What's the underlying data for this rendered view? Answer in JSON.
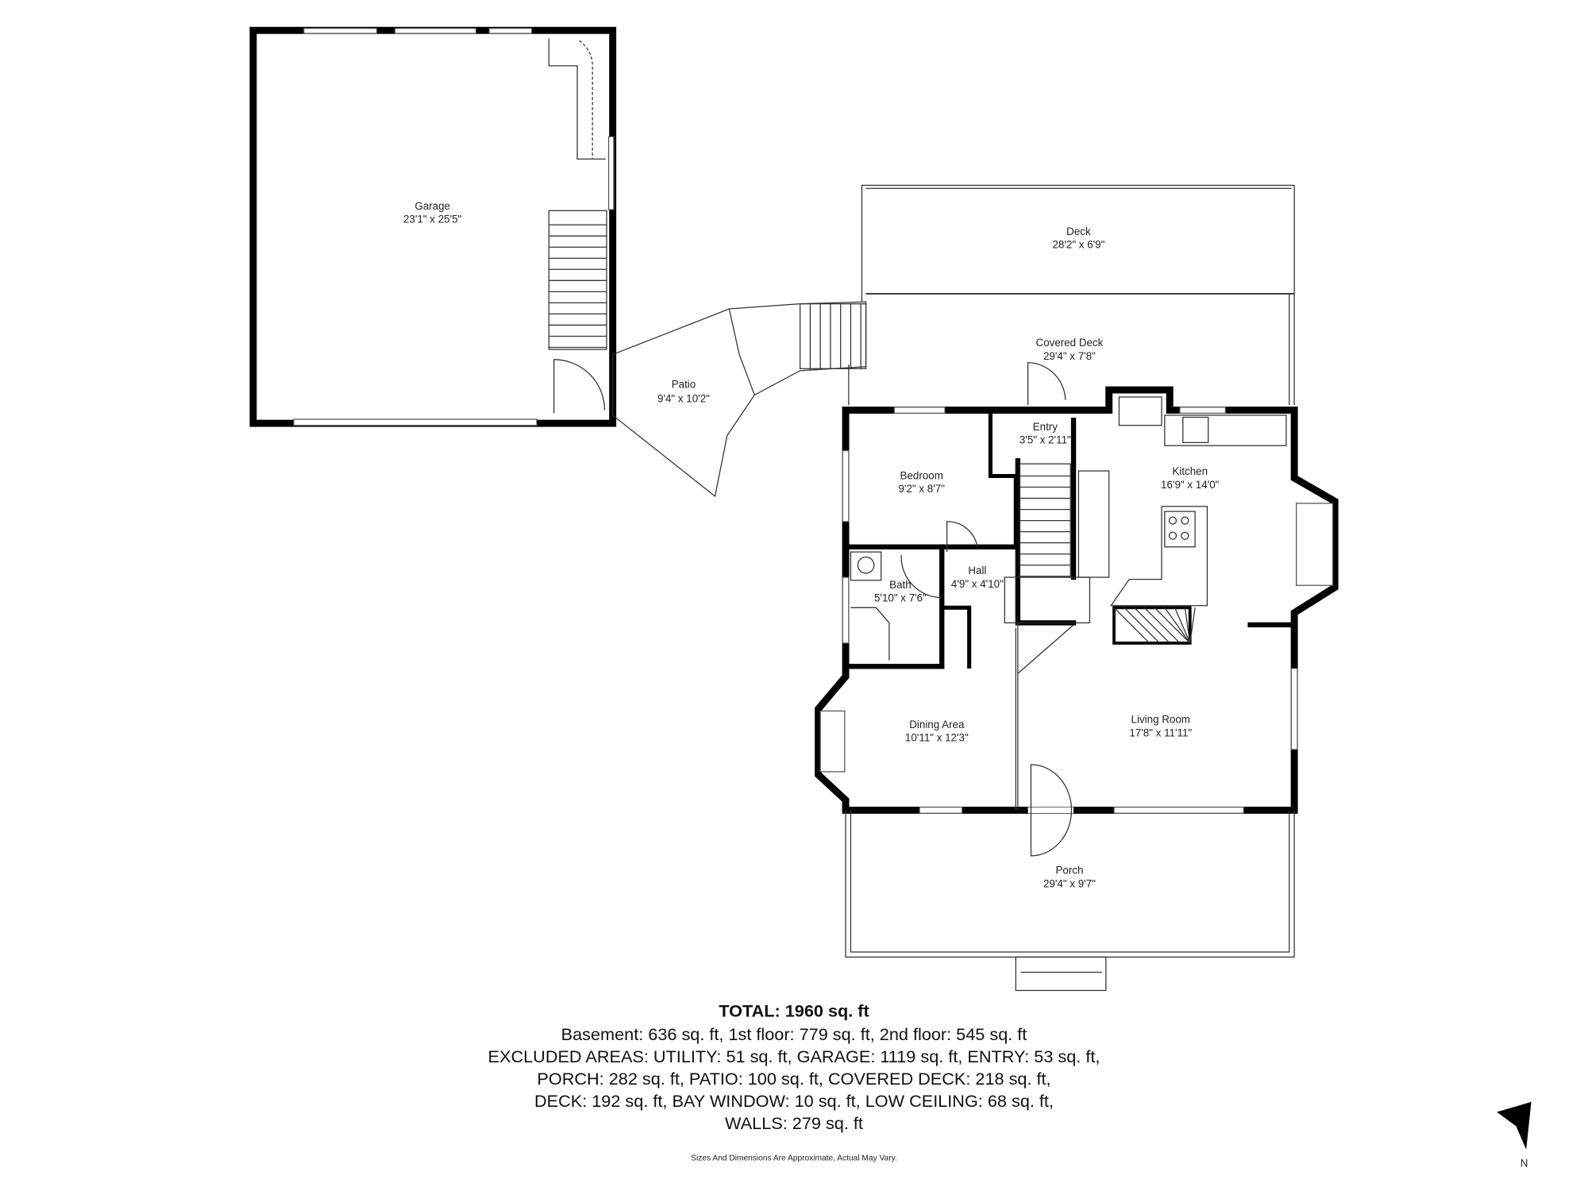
{
  "rooms": {
    "garage": {
      "name": "Garage",
      "dims": "23'1\" x 25'5\""
    },
    "deck": {
      "name": "Deck",
      "dims": "28'2\" x 6'9\""
    },
    "covered_deck": {
      "name": "Covered Deck",
      "dims": "29'4\" x 7'8\""
    },
    "patio": {
      "name": "Patio",
      "dims": "9'4\" x 10'2\""
    },
    "entry": {
      "name": "Entry",
      "dims": "3'5\" x 2'11\""
    },
    "kitchen": {
      "name": "Kitchen",
      "dims": "16'9\" x 14'0\""
    },
    "bedroom": {
      "name": "Bedroom",
      "dims": "9'2\" x 8'7\""
    },
    "hall": {
      "name": "Hall",
      "dims": "4'9\" x 4'10\""
    },
    "bath": {
      "name": "Bath",
      "dims": "5'10\" x 7'6\""
    },
    "dining": {
      "name": "Dining Area",
      "dims": "10'11\" x 12'3\""
    },
    "living": {
      "name": "Living Room",
      "dims": "17'8\" x 11'11\""
    },
    "porch": {
      "name": "Porch",
      "dims": "29'4\" x 9'7\""
    }
  },
  "summary": {
    "total": "TOTAL: 1960 sq. ft",
    "lines": [
      "Basement: 636 sq. ft, 1st floor: 779 sq. ft, 2nd floor: 545 sq. ft",
      "EXCLUDED AREAS: UTILITY: 51 sq. ft, GARAGE: 1119 sq. ft, ENTRY: 53 sq. ft,",
      "PORCH: 282 sq. ft, PATIO: 100 sq. ft, COVERED DECK: 218 sq. ft,",
      "DECK: 192 sq. ft, BAY WINDOW: 10 sq. ft, LOW CEILING: 68 sq. ft,",
      "WALLS: 279 sq. ft"
    ],
    "disclaimer": "Sizes And Dimensions Are Approximate, Actual May Vary."
  },
  "compass": {
    "label": "N",
    "icon": "north-arrow-icon"
  }
}
